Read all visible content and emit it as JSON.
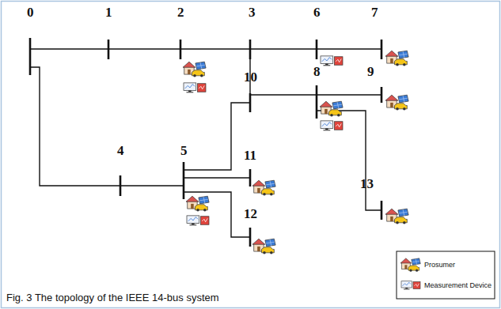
{
  "diagram": {
    "caption": "Fig. 3 The topology of the IEEE 14-bus system",
    "labels": [
      "0",
      "1",
      "2",
      "3",
      "6",
      "7",
      "10",
      "8",
      "9",
      "4",
      "5",
      "11",
      "13",
      "12"
    ],
    "legend": [
      {
        "text": "Prosumer"
      },
      {
        "text": "Measurement Device"
      }
    ]
  }
}
